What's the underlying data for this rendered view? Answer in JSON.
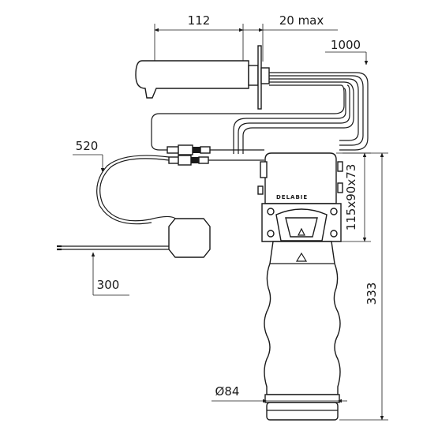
{
  "dimensions": {
    "spout_length": "112",
    "wall_thickness": "20 max",
    "spout_cable": "1000",
    "sensor_cable": "520",
    "supply_cable": "300",
    "box_size": "115x90x73",
    "total_height": "333",
    "handle_diameter": "Ø84"
  },
  "brand": "DELABIE"
}
